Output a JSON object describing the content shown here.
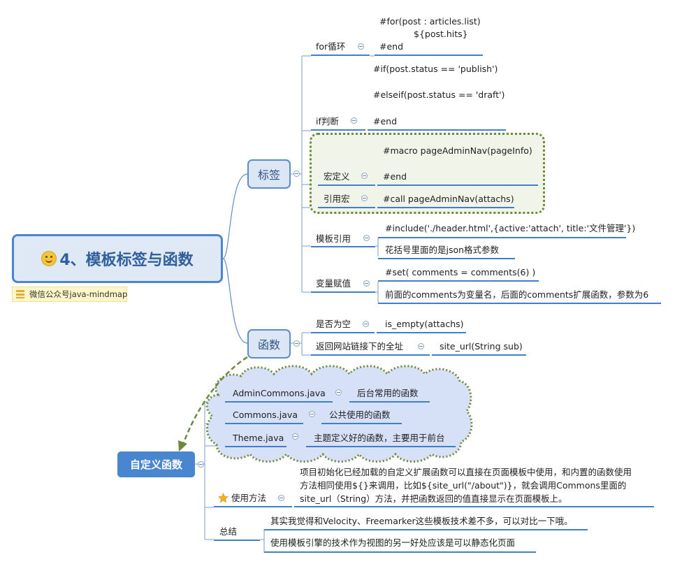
{
  "root": {
    "title": "4、模板标签与函数",
    "emoji_icon": "smiling-face-icon",
    "note": "微信公众号java-mindmap"
  },
  "tags": {
    "label": "标签",
    "for_loop": {
      "label": "for循环",
      "code": [
        "#for(post : articles.list)",
        "${post.hits}",
        "#end"
      ]
    },
    "if_branch": {
      "label": "if判断",
      "code": [
        "#if(post.status == 'publish')",
        "#elseif(post.status == 'draft')",
        "#end"
      ]
    },
    "macro_define": {
      "label": "宏定义",
      "code": [
        "#macro pageAdminNav(pageInfo)",
        "#end"
      ]
    },
    "macro_call": {
      "label": "引用宏",
      "code": "#call pageAdminNav(attachs)"
    },
    "template_include": {
      "label": "模板引用",
      "code": "#include('./header.html',{active:'attach', title:'文件管理'})",
      "note": "花括号里面的是json格式参数"
    },
    "var_assign": {
      "label": "变量赋值",
      "code": "#set( comments = comments(6) )",
      "note": "前面的comments为变量名，后面的comments扩展函数，参数为6"
    }
  },
  "functions": {
    "label": "函数",
    "is_empty": {
      "label": "是否为空",
      "code": "is_empty(attachs)"
    },
    "site_url": {
      "label": "返回网站链接下的全址",
      "code": "site_url(String sub)"
    }
  },
  "custom": {
    "label": "自定义函数",
    "classes": [
      {
        "name": "AdminCommons.java",
        "desc": "后台常用的函数"
      },
      {
        "name": "Commons.java",
        "desc": "公共使用的函数"
      },
      {
        "name": "Theme.java",
        "desc": "主题定义好的函数，主要用于前台"
      }
    ],
    "usage": {
      "label": "使用方法",
      "icon": "star-icon",
      "lines": [
        "项目初始化已经加载的自定义扩展函数可以直接在页面模板中使用，和内置的函数使用",
        "方法相同使用${}来调用，比如${site_url(\"/about\")}，就会调用Commons里面的",
        "site_url（String）方法，并把函数返回的值直接显示在页面模板上。"
      ]
    },
    "summary": {
      "label": "总结",
      "lines": [
        "其实我觉得和Velocity、Freemarker这些模板技术差不多，可以对比一下哦。",
        "使用模板引擎的技术作为视图的另一好处应该是可以静态化页面"
      ]
    }
  },
  "colors": {
    "primary": "#4a86d0",
    "boundary": "#6b8a3a",
    "cloud": "#d6e0f7"
  }
}
